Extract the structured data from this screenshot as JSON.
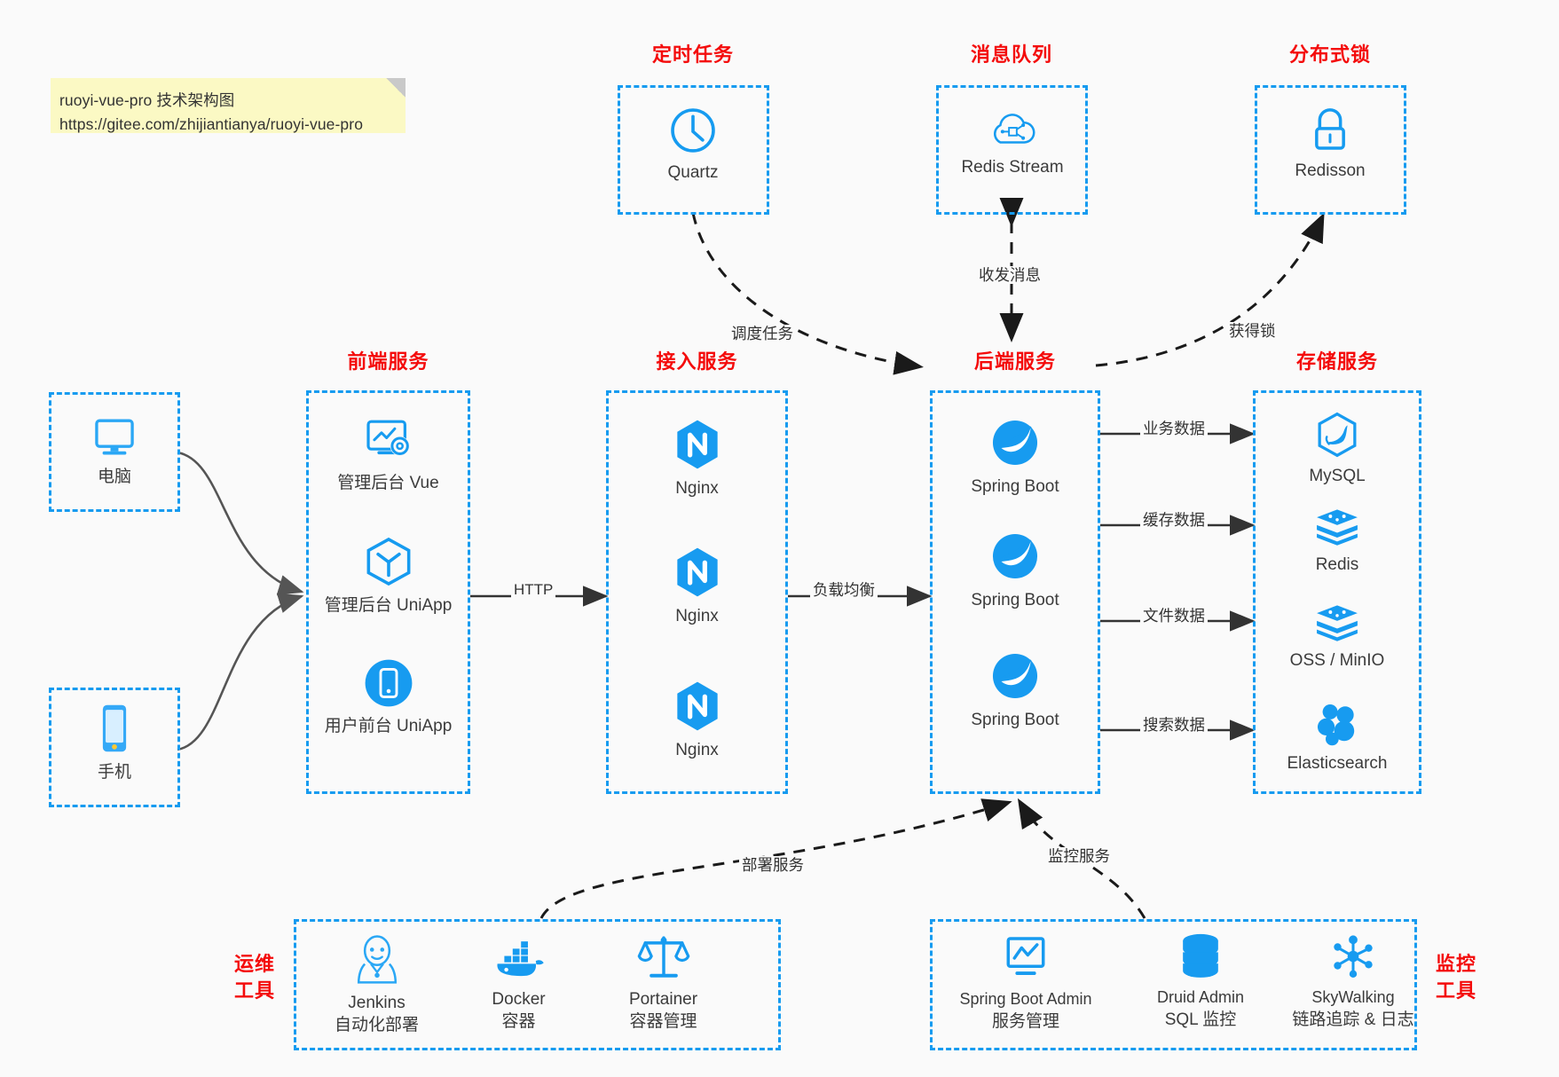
{
  "note": {
    "line1": "ruoyi-vue-pro 技术架构图",
    "line2": "https://gitee.com/zhijiantianya/ruoyi-vue-pro"
  },
  "colors": {
    "accent_blue": "#169bf0",
    "title_red": "#f40b0b",
    "background": "#fafafa",
    "note_yellow": "#fbf9c4",
    "text_dark": "#3b3b3b",
    "arrow_dark": "#333333"
  },
  "groups": {
    "scheduled_task": {
      "title": "定时任务",
      "nodes": [
        {
          "label": "Quartz",
          "icon": "clock-icon"
        }
      ]
    },
    "message_queue": {
      "title": "消息队列",
      "nodes": [
        {
          "label": "Redis Stream",
          "icon": "cloud-network-icon"
        }
      ]
    },
    "distributed_lock": {
      "title": "分布式锁",
      "nodes": [
        {
          "label": "Redisson",
          "icon": "lock-icon"
        }
      ]
    },
    "clients": {
      "nodes": [
        {
          "label": "电脑",
          "icon": "desktop-monitor-icon"
        },
        {
          "label": "手机",
          "icon": "mobile-phone-icon"
        }
      ]
    },
    "frontend": {
      "title": "前端服务",
      "nodes": [
        {
          "label": "管理后台 Vue",
          "icon": "dashboard-gear-icon"
        },
        {
          "label": "管理后台 UniApp",
          "icon": "hexagon-cube-icon"
        },
        {
          "label": "用户前台 UniApp",
          "icon": "phone-circle-icon"
        }
      ]
    },
    "gateway": {
      "title": "接入服务",
      "nodes": [
        {
          "label": "Nginx",
          "icon": "nginx-icon"
        },
        {
          "label": "Nginx",
          "icon": "nginx-icon"
        },
        {
          "label": "Nginx",
          "icon": "nginx-icon"
        }
      ]
    },
    "backend": {
      "title": "后端服务",
      "nodes": [
        {
          "label": "Spring Boot",
          "icon": "spring-boot-icon"
        },
        {
          "label": "Spring Boot",
          "icon": "spring-boot-icon"
        },
        {
          "label": "Spring Boot",
          "icon": "spring-boot-icon"
        }
      ]
    },
    "storage": {
      "title": "存储服务",
      "nodes": [
        {
          "label": "MySQL",
          "icon": "mysql-dolphin-icon"
        },
        {
          "label": "Redis",
          "icon": "redis-stack-icon"
        },
        {
          "label": "OSS / MinIO",
          "icon": "minio-stack-icon"
        },
        {
          "label": "Elasticsearch",
          "icon": "elasticsearch-icon"
        }
      ]
    },
    "devops": {
      "title_line1": "运维",
      "title_line2": "工具",
      "nodes": [
        {
          "label": "Jenkins",
          "sub": "自动化部署",
          "icon": "jenkins-butler-icon"
        },
        {
          "label": "Docker",
          "sub": "容器",
          "icon": "docker-whale-icon"
        },
        {
          "label": "Portainer",
          "sub": "容器管理",
          "icon": "scales-icon"
        }
      ]
    },
    "monitoring": {
      "title_line1": "监控",
      "title_line2": "工具",
      "nodes": [
        {
          "label": "Spring Boot Admin",
          "sub": "服务管理",
          "icon": "monitor-chart-icon"
        },
        {
          "label": "Druid Admin",
          "sub": "SQL 监控",
          "icon": "database-cylinder-icon"
        },
        {
          "label": "SkyWalking",
          "sub": "链路追踪 & 日志",
          "icon": "skywalking-nodes-icon"
        }
      ]
    }
  },
  "edges": [
    {
      "id": "http",
      "label": "HTTP"
    },
    {
      "id": "loadbalance",
      "label": "负载均衡"
    },
    {
      "id": "schedule",
      "label": "调度任务"
    },
    {
      "id": "message",
      "label": "收发消息"
    },
    {
      "id": "lock",
      "label": "获得锁"
    },
    {
      "id": "biz-data",
      "label": "业务数据"
    },
    {
      "id": "cache-data",
      "label": "缓存数据"
    },
    {
      "id": "file-data",
      "label": "文件数据"
    },
    {
      "id": "search-data",
      "label": "搜索数据"
    },
    {
      "id": "deploy",
      "label": "部署服务"
    },
    {
      "id": "monitor",
      "label": "监控服务"
    }
  ]
}
